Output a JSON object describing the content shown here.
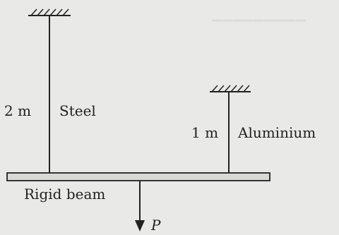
{
  "labels": {
    "steel_length": "2 m",
    "steel_name": "Steel",
    "aluminium_length": "1 m",
    "aluminium_name": "Aluminium",
    "beam_name": "Rigid beam",
    "load_name": "P"
  },
  "colors": {
    "ink": "#222222",
    "beam_fill": "#d8d8d4",
    "background": "#e9e9e7"
  },
  "icons": {
    "steel_support": "fixed-support-hatch-icon",
    "aluminium_support": "fixed-support-hatch-icon",
    "load": "arrow-down-icon"
  }
}
